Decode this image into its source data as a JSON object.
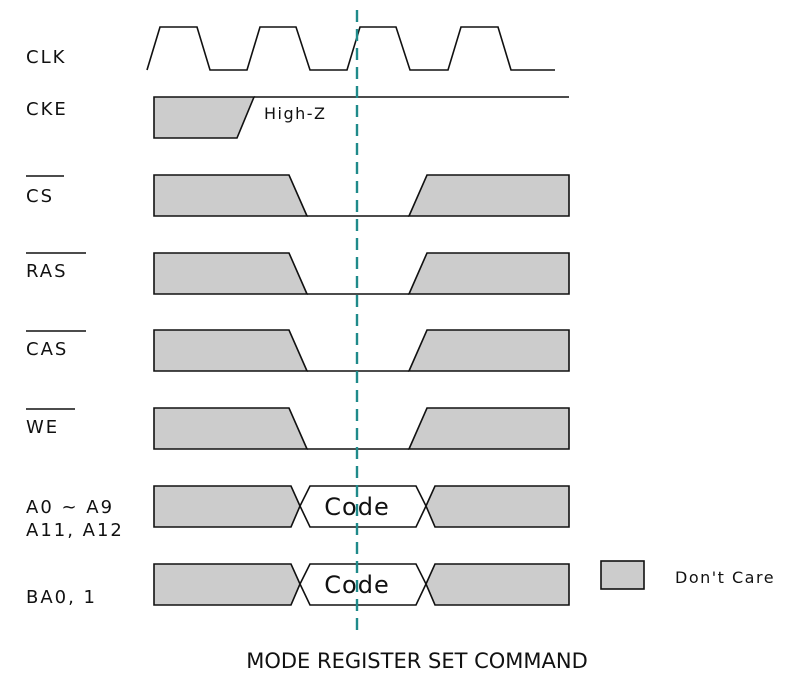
{
  "signals": [
    {
      "id": "clk",
      "label": "CLK",
      "overbar": false
    },
    {
      "id": "cke",
      "label": "CKE",
      "overbar": false
    },
    {
      "id": "cs",
      "label": "CS",
      "overbar": true
    },
    {
      "id": "ras",
      "label": "RAS",
      "overbar": true
    },
    {
      "id": "cas",
      "label": "CAS",
      "overbar": true
    },
    {
      "id": "we",
      "label": "WE",
      "overbar": true
    },
    {
      "id": "addr",
      "label_line1": "A0 ~ A9",
      "label_line2": "A11, A12"
    },
    {
      "id": "ba",
      "label": "BA0, 1"
    }
  ],
  "annotations": {
    "cke_state": "High-Z",
    "addr_value": "Code",
    "ba_value": "Code"
  },
  "legend": {
    "dont_care": "Don't Care"
  },
  "title": "MODE REGISTER SET COMMAND",
  "colors": {
    "dont_care_fill": "#cccccc",
    "marker": "#1f8a8a",
    "line": "#111111"
  }
}
